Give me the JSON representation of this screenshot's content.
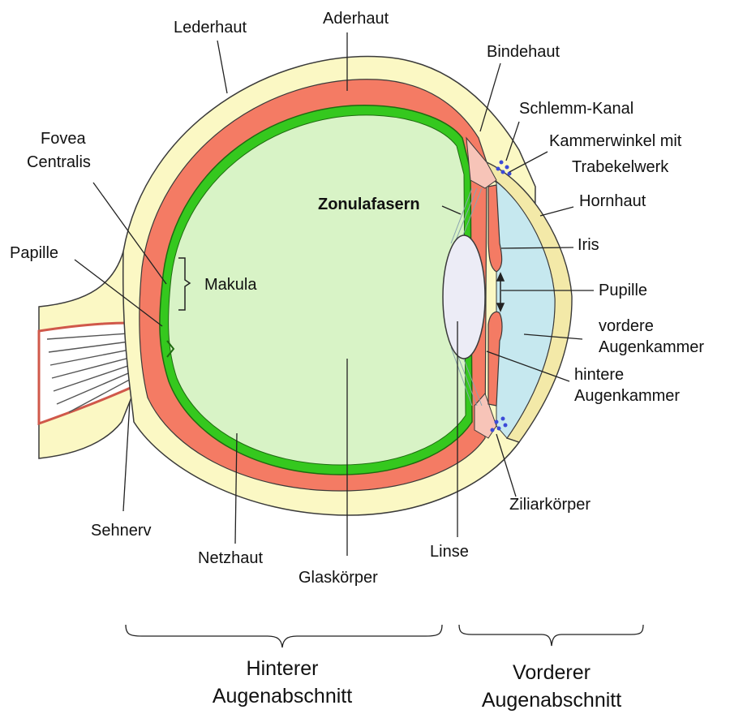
{
  "colors": {
    "sclera": "#fbf8c4",
    "choroid": "#f47b64",
    "retina": "#35c81e",
    "retina_edge": "#1e6b10",
    "vitreous": "#d8f3c6",
    "lens": "#ececf6",
    "cornea": "#f3e9a8",
    "anterior_chamber": "#c6e8ef",
    "ciliary": "#f7c4b8",
    "canal_dots": "#3c4ad8",
    "outline": "#3a3a3a"
  },
  "labels": {
    "lederhaut": "Lederhaut",
    "aderhaut": "Aderhaut",
    "bindehaut": "Bindehaut",
    "schlemm": "Schlemm-Kanal",
    "kammerwinkel_1": "Kammerwinkel mit",
    "kammerwinkel_2": "Trabekelwerk",
    "hornhaut": "Hornhaut",
    "fovea_1": "Fovea",
    "fovea_2": "Centralis",
    "zonula": "Zonulafasern",
    "papille": "Papille",
    "makula": "Makula",
    "iris": "Iris",
    "pupille": "Pupille",
    "vordere_kammer_1": "vordere",
    "vordere_kammer_2": "Augenkammer",
    "hintere_kammer_1": "hintere",
    "hintere_kammer_2": "Augenkammer",
    "ziliar": "Ziliarkörper",
    "sehnerv": "Sehnerv",
    "netzhaut": "Netzhaut",
    "glaskoerper": "Glaskörper",
    "linse": "Linse"
  },
  "sections": {
    "posterior_1": "Hinterer",
    "posterior_2": "Augenabschnitt",
    "anterior_1": "Vorderer",
    "anterior_2": "Augenabschnitt"
  }
}
